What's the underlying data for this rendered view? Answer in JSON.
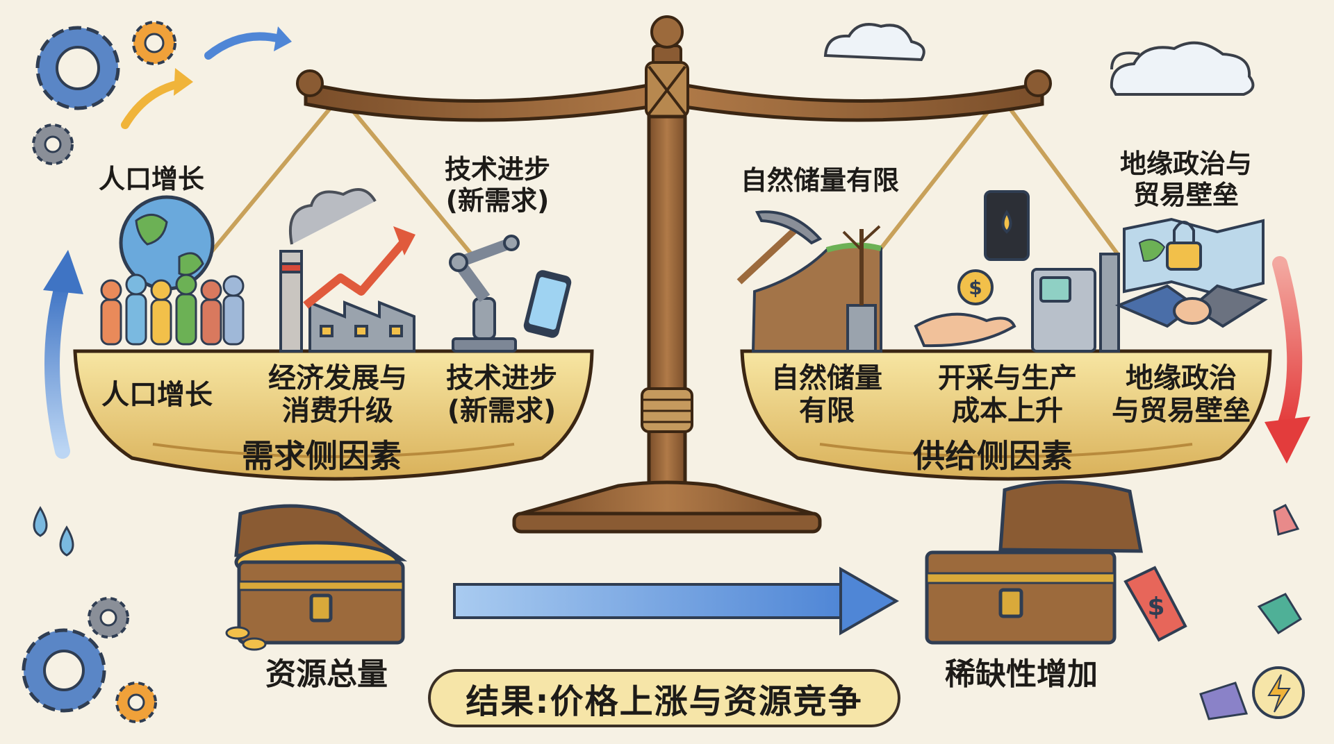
{
  "demand": {
    "top_labels": {
      "population": "人口增长",
      "tech_line1": "技术进步",
      "tech_line2": "(新需求)"
    },
    "pan_labels": {
      "population": "人口增长",
      "economy_line1": "经济发展与",
      "economy_line2": "消费升级",
      "tech_line1": "技术进步",
      "tech_line2": "(新需求)"
    },
    "title": "需求侧因素"
  },
  "supply": {
    "top_labels": {
      "reserves": "自然储量有限",
      "geo_line1": "地缘政治与",
      "geo_line2": "贸易壁垒"
    },
    "pan_labels": {
      "reserves_line1": "自然储量",
      "reserves_line2": "有限",
      "cost_line1": "开采与生产",
      "cost_line2": "成本上升",
      "geo_line1": "地缘政治",
      "geo_line2": "与贸易壁垒"
    },
    "title": "供给侧因素"
  },
  "resource_total_label": "资源总量",
  "scarcity_label": "稀缺性增加",
  "result_label": "结果:价格上涨与资源竞争",
  "colors": {
    "background": "#f6f1e4",
    "wood": "#9a6a3e",
    "pan_gold": "#f1d98c",
    "flow_arrow": "#6f9fdc",
    "demand_arrow": "#e05a3c",
    "supply_arrow": "#e4494a"
  }
}
